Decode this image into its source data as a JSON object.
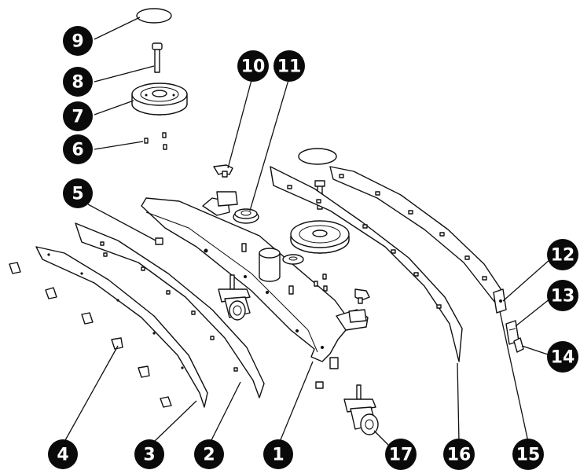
{
  "callouts": [
    {
      "label": "1"
    },
    {
      "label": "2"
    },
    {
      "label": "3"
    },
    {
      "label": "4"
    },
    {
      "label": "5"
    },
    {
      "label": "6"
    },
    {
      "label": "7"
    },
    {
      "label": "8"
    },
    {
      "label": "9"
    },
    {
      "label": "10"
    },
    {
      "label": "11"
    },
    {
      "label": "12"
    },
    {
      "label": "13"
    },
    {
      "label": "14"
    },
    {
      "label": "15"
    },
    {
      "label": "16"
    },
    {
      "label": "17"
    }
  ],
  "colors": {
    "ink": "#111111",
    "background": "#ffffff"
  }
}
